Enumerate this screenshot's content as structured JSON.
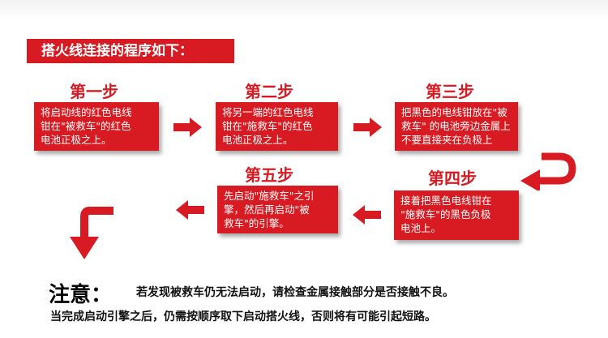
{
  "banner": {
    "title": "搭火线连接的程序如下："
  },
  "steps": [
    {
      "title": "第一步",
      "text": "将启动线的红色电线\n钳在\"被救车\"的红色\n电池正极之上。"
    },
    {
      "title": "第二步",
      "text": "将另一端的红色电线\n钳在\"施救车\"的红色\n电池正极之上。"
    },
    {
      "title": "第三步",
      "text": "把黑色的电线钳放在\"被\n救车\" 的电池旁边金属上\n不要直接夹在负极上"
    },
    {
      "title": "第四步",
      "text": "接着把黑色电线钳在\n\"施救车\"的黑色负极\n电池上。"
    },
    {
      "title": "第五步",
      "text": "先启动\"施救车\"之引\n擎，然后再启动\"被\n救车\"的引擎。"
    }
  ],
  "note": {
    "label": "注意：",
    "line1": "若发现被救车仍无法启动，请检查金属接触部分是否接触不良。",
    "line2": "当完成启动引擎之后，仍需按顺序取下启动搭火线，否则将有可能引起短路。"
  },
  "colors": {
    "accent": "#d81b22",
    "text": "#111111",
    "background": "#ffffff"
  }
}
